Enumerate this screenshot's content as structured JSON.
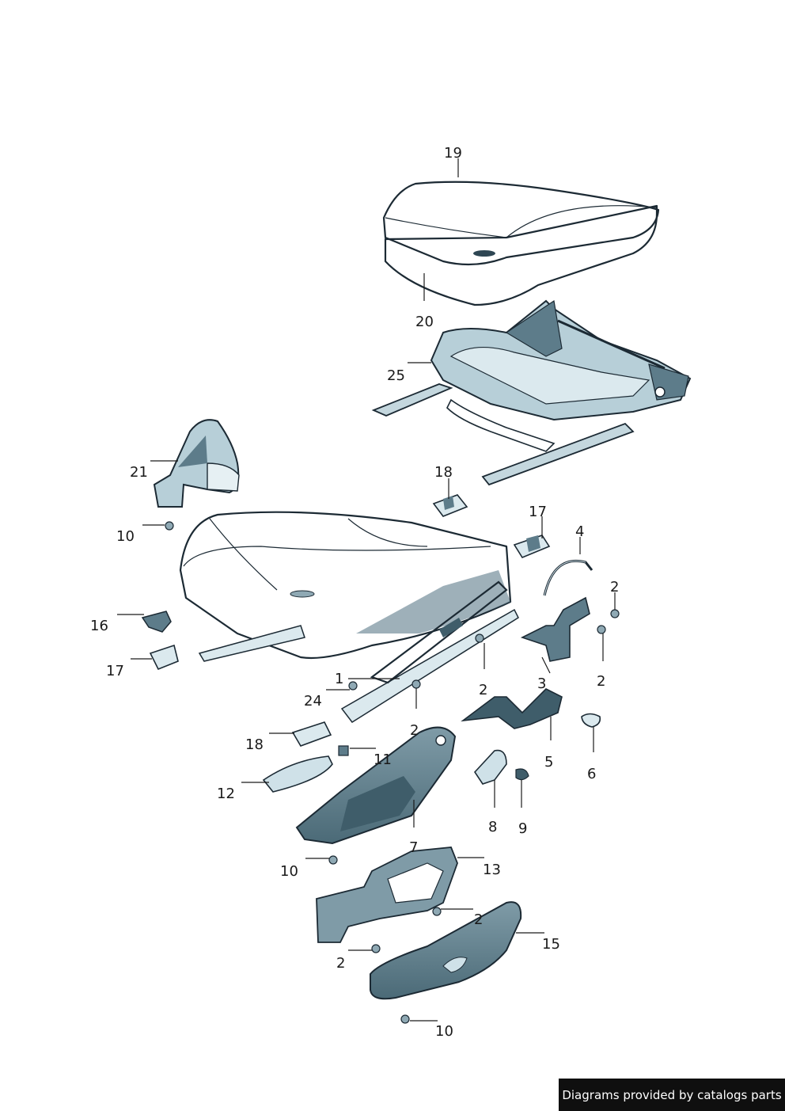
{
  "labels": {
    "l19": "19",
    "l20": "20",
    "l25": "25",
    "l21": "21",
    "l18a": "18",
    "l17a": "17",
    "l4": "4",
    "l10a": "10",
    "l2a": "2",
    "l16": "16",
    "l2b": "2",
    "l17b": "17",
    "l1": "1",
    "l2c": "2",
    "l3": "3",
    "l24": "24",
    "l2d": "2",
    "l5": "5",
    "l6": "6",
    "l18b": "18",
    "l11": "11",
    "l12": "12",
    "l8": "8",
    "l9": "9",
    "l7": "7",
    "l10b": "10",
    "l13": "13",
    "l2e": "2",
    "l15": "15",
    "l2f": "2",
    "l10c": "10"
  },
  "credit": "Diagrams provided by catalogs parts"
}
